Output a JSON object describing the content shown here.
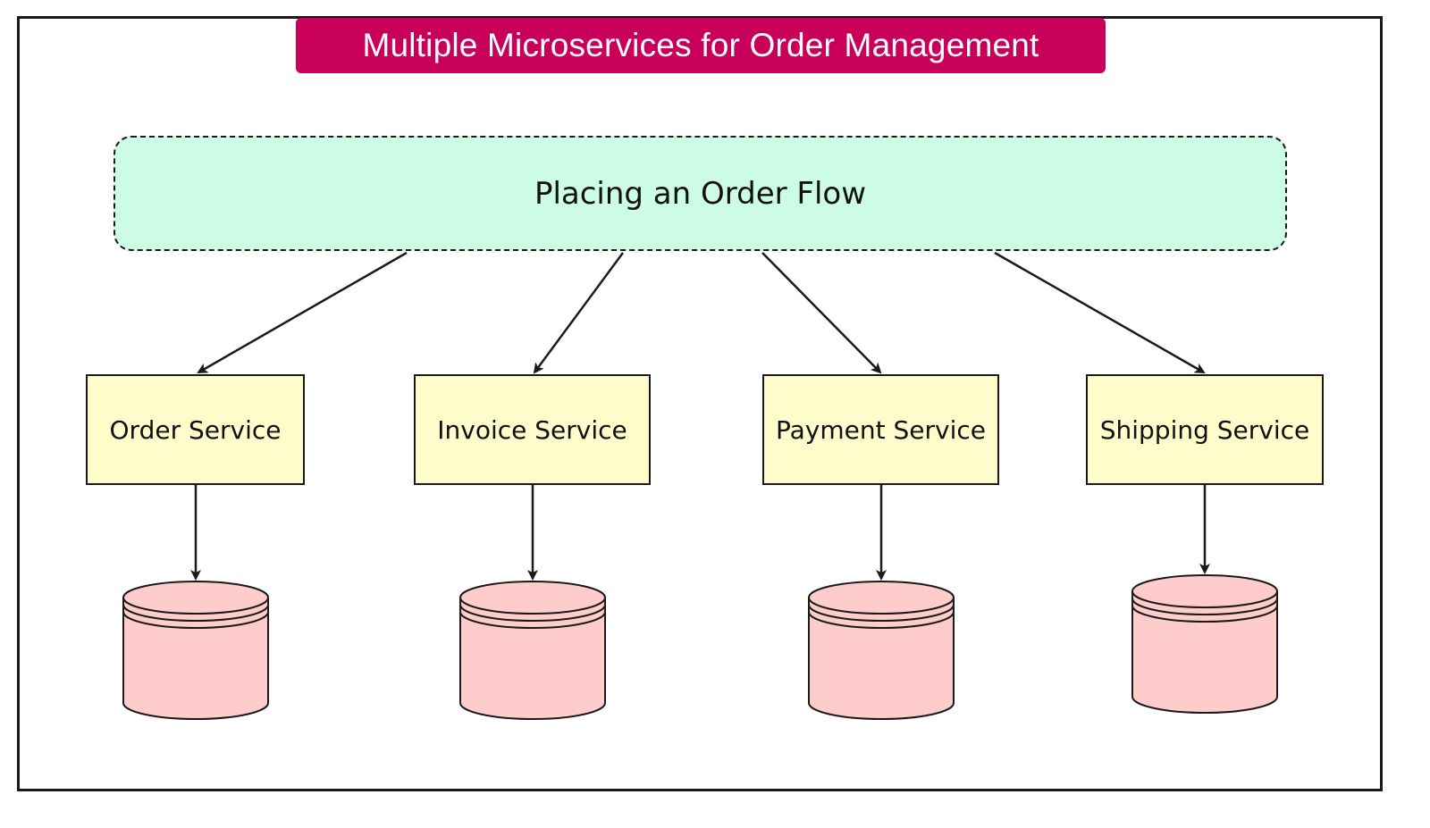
{
  "title": "Multiple Microservices for Order Management",
  "flow": {
    "label": "Placing an Order Flow"
  },
  "services": [
    {
      "id": "order",
      "label": "Order Service"
    },
    {
      "id": "invoice",
      "label": "Invoice Service"
    },
    {
      "id": "payment",
      "label": "Payment Service"
    },
    {
      "id": "shipping",
      "label": "Shipping Service"
    }
  ],
  "databases": [
    {
      "id": "order-db",
      "icon": "database-icon"
    },
    {
      "id": "invoice-db",
      "icon": "database-icon"
    },
    {
      "id": "payment-db",
      "icon": "database-icon"
    },
    {
      "id": "shipping-db",
      "icon": "database-icon"
    }
  ],
  "colors": {
    "title_background": "#c8005a",
    "title_text": "#ffffff",
    "flow_fill": "#ccfce6",
    "service_fill": "#fffccb",
    "database_fill": "#ffcccc",
    "stroke": "#1a1a1a"
  }
}
